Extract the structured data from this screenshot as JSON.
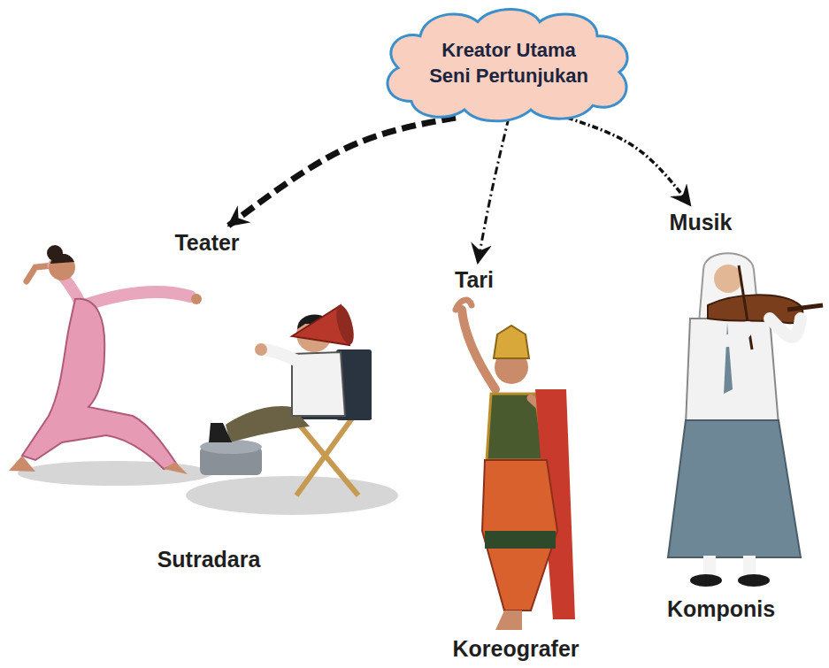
{
  "diagram": {
    "nodes": [
      {
        "text": [
          "Kreator Utama Seni Pertunjukan"
        ]
      },
      {
        "text": [
          "Teater"
        ]
      },
      {
        "text": [
          "Tari"
        ]
      },
      {
        "text": [
          "Musik"
        ]
      }
    ],
    "edges": [
      {
        "from": 0,
        "to": 1,
        "arrow": "to"
      },
      {
        "from": 0,
        "to": 2,
        "arrow": "to"
      },
      {
        "from": 0,
        "to": 3,
        "arrow": "to"
      }
    ],
    "labels": [
      "Sutradara",
      "Koreografer",
      "Komponis"
    ]
  }
}
